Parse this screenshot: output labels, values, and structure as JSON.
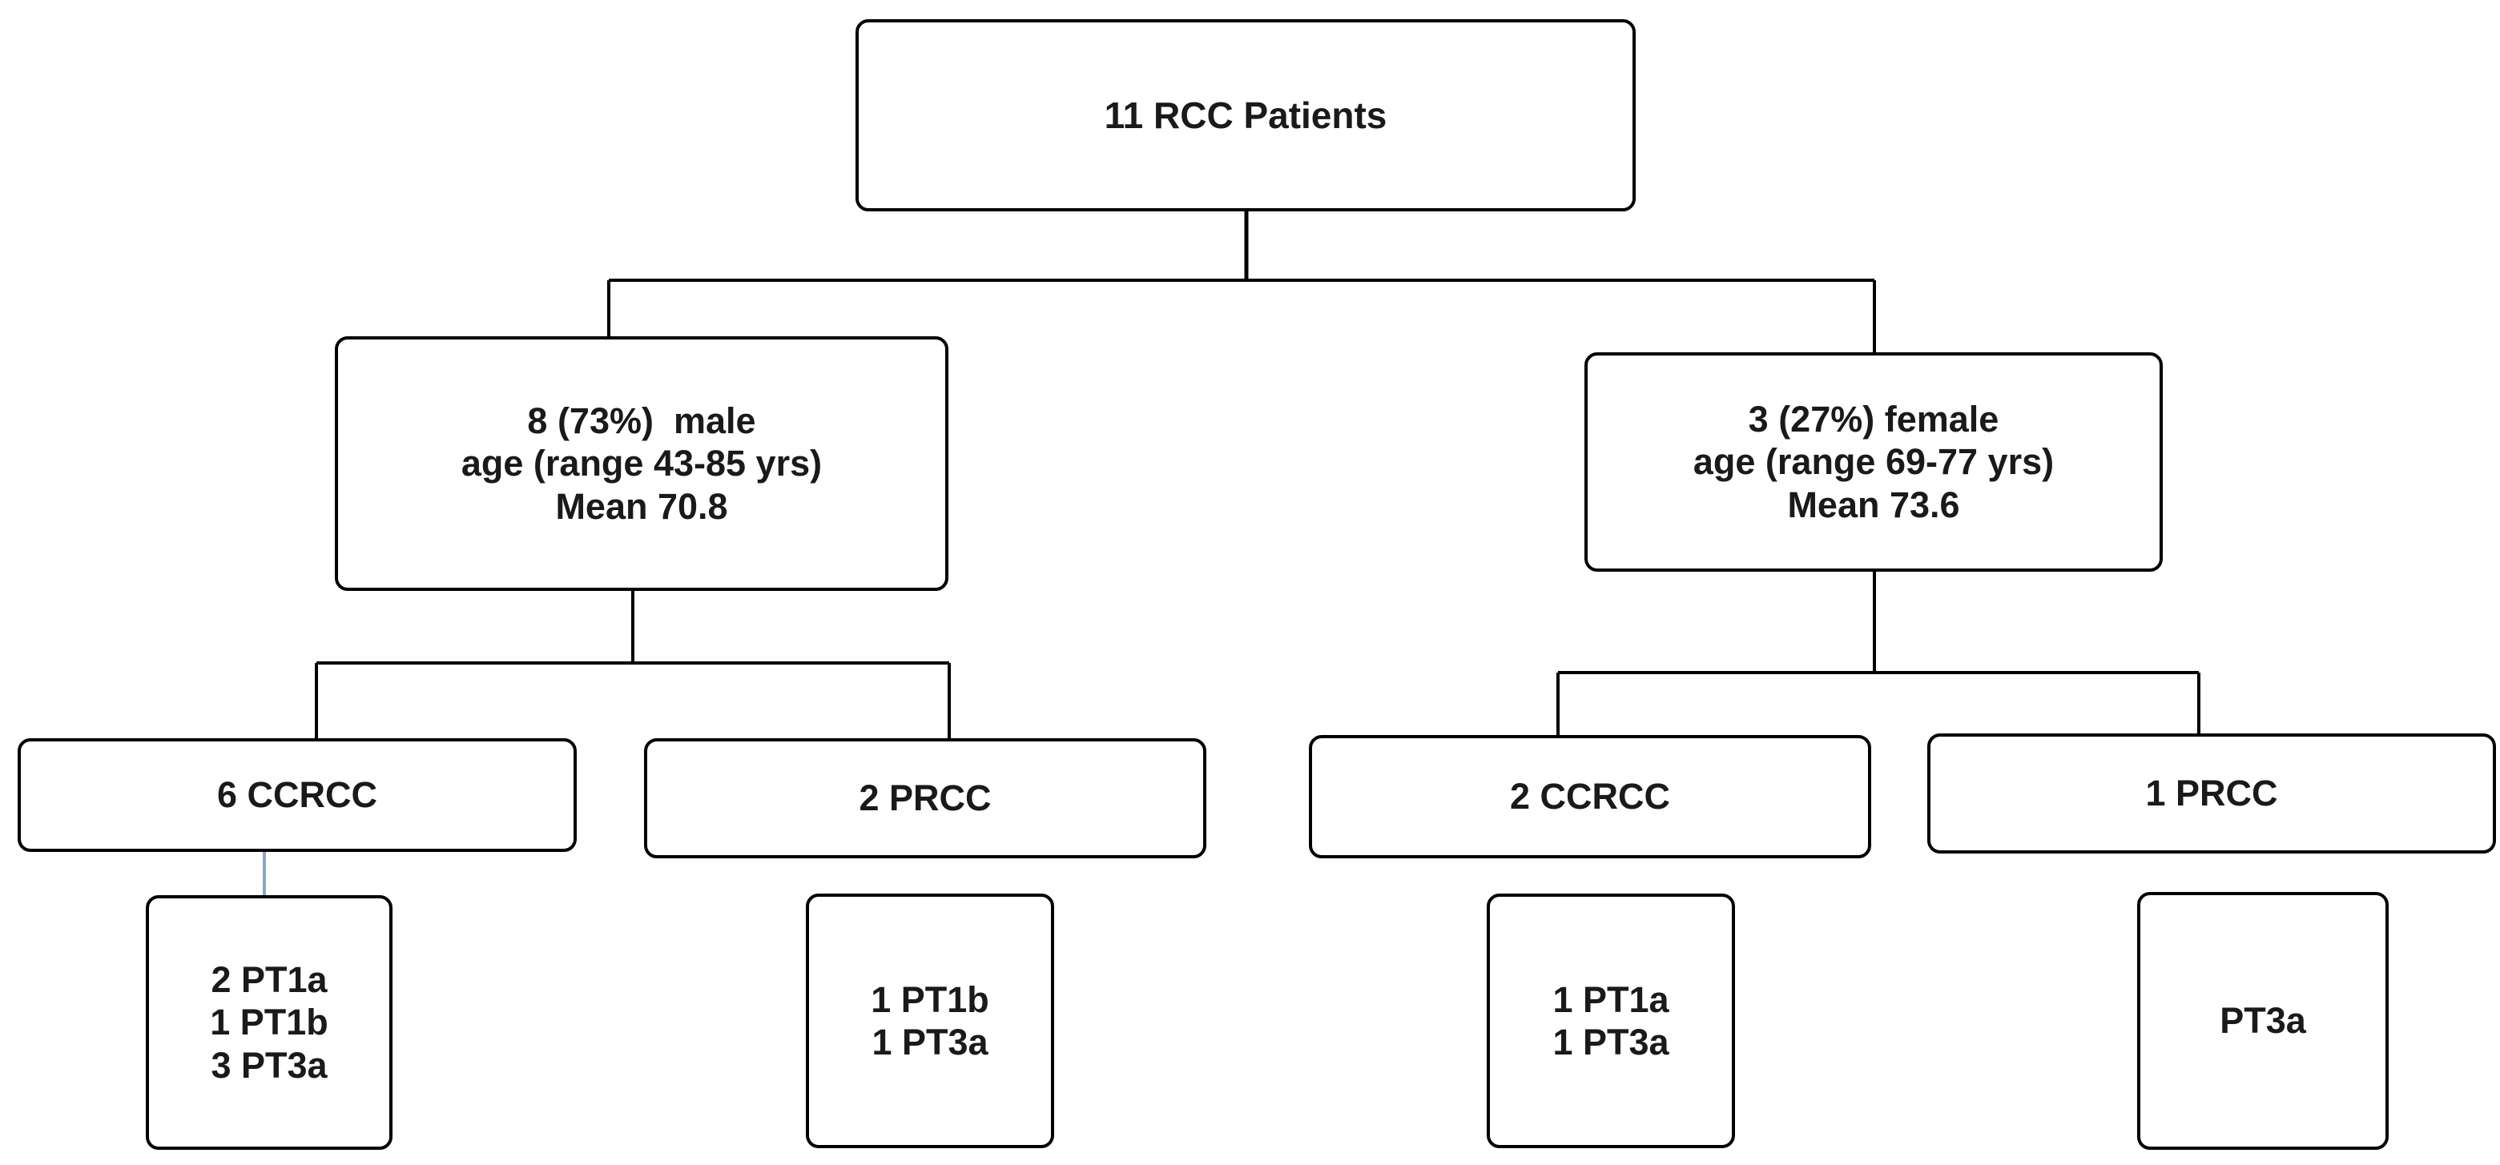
{
  "diagram": {
    "type": "tree",
    "root": {
      "lines": [
        "11 RCC Patients"
      ]
    },
    "groups": {
      "male": {
        "lines": [
          "8 (73%)  male",
          "age (range 43-85 yrs)",
          "Mean 70.8"
        ],
        "subtypes": {
          "ccrcc": {
            "label": "6 CCRCC",
            "stages": [
              "2 PT1a",
              "1 PT1b",
              "3 PT3a"
            ]
          },
          "prcc": {
            "label": "2 PRCC",
            "stages": [
              "1 PT1b",
              "1 PT3a"
            ]
          }
        }
      },
      "female": {
        "lines": [
          "3 (27%) female",
          "age (range 69-77 yrs)",
          "Mean 73.6"
        ],
        "subtypes": {
          "ccrcc": {
            "label": "2 CCRCC",
            "stages": [
              "1 PT1a",
              "1 PT3a"
            ]
          },
          "prcc": {
            "label": "1 PRCC",
            "stages": [
              "PT3a"
            ]
          }
        }
      }
    },
    "colors": {
      "box_border": "#000000",
      "line": "#000000",
      "accent_connector": "#7fa7d6",
      "text": "#1a1a1a",
      "background": "#ffffff"
    }
  }
}
